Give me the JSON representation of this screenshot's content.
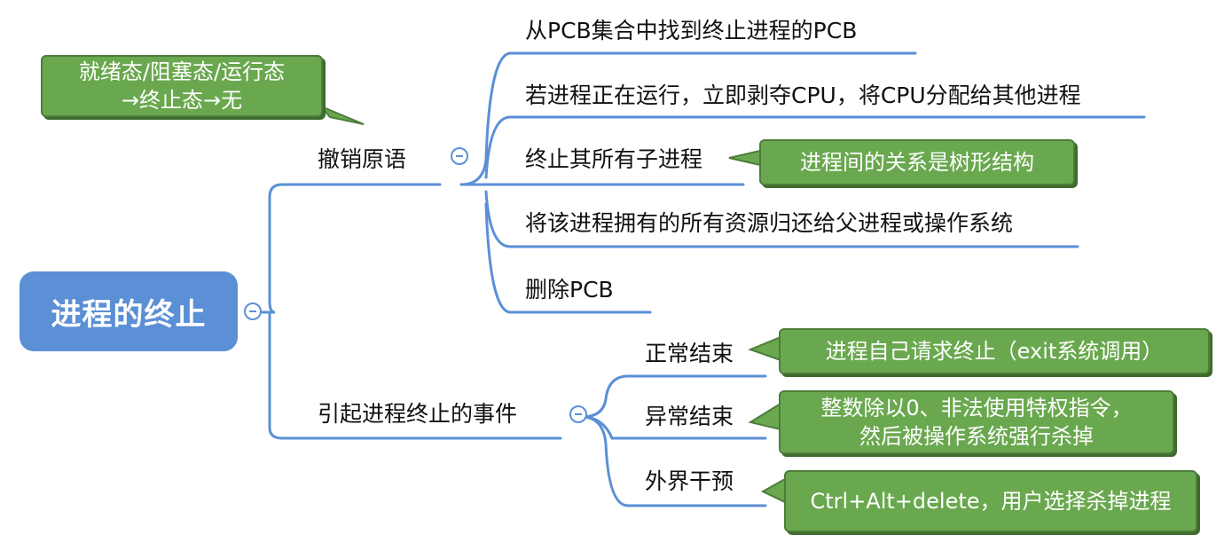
{
  "root": {
    "label": "进程的终止"
  },
  "branches": [
    {
      "label": "撤销原语",
      "children": [
        "从PCB集合中找到终止进程的PCB",
        "若进程正在运行，立即剥夺CPU，将CPU分配给其他进程",
        "终止其所有子进程",
        "将该进程拥有的所有资源归还给父进程或操作系统",
        "删除PCB"
      ]
    },
    {
      "label": "引起进程终止的事件",
      "children": [
        "正常结束",
        "异常结束",
        "外界干预"
      ]
    }
  ],
  "callouts": {
    "state": [
      "就绪态/阻塞态/运行态",
      "→终止态→无"
    ],
    "tree": "进程间的关系是树形结构",
    "normal": "进程自己请求终止（exit系统调用）",
    "abnormal": [
      "整数除以0、非法使用特权指令，",
      "然后被操作系统强行杀掉"
    ],
    "external": "Ctrl+Alt+delete，用户选择杀掉进程"
  },
  "colors": {
    "line": "#5b8fd6",
    "callout": "#6aa84f",
    "root": "#5b8fd6"
  }
}
